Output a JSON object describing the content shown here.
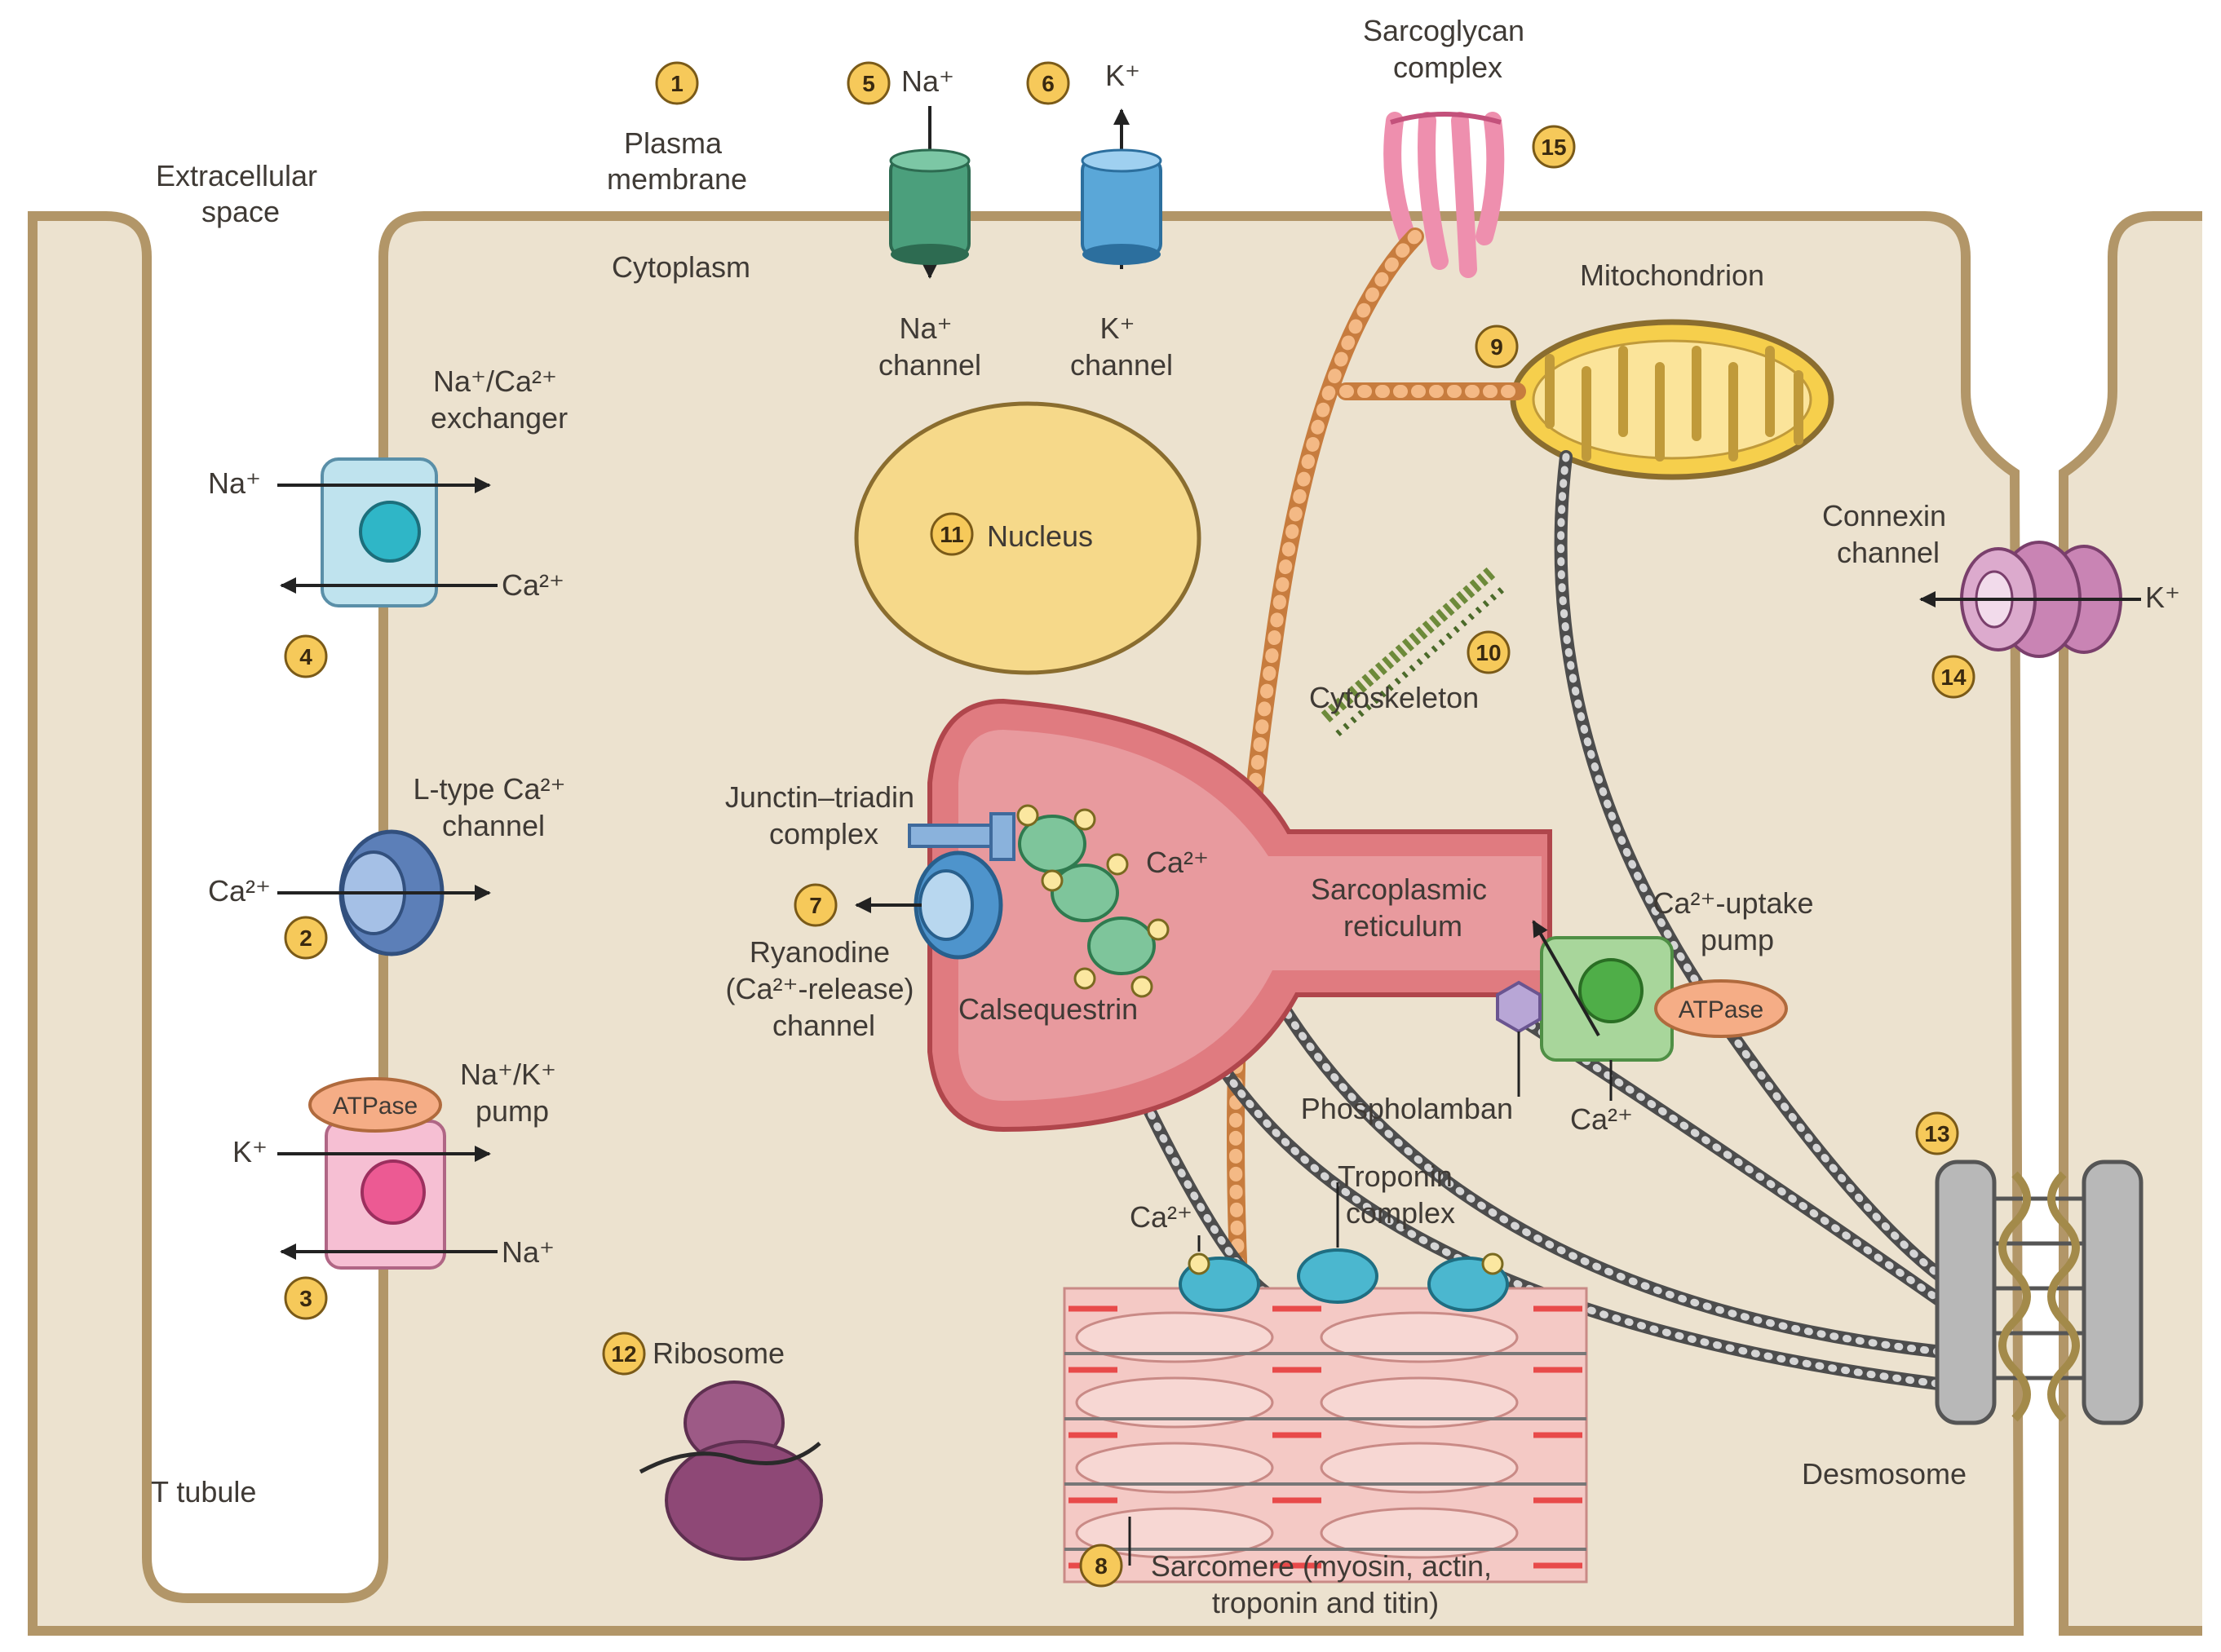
{
  "labels": {
    "extracellular": [
      "Extracellular",
      "space"
    ],
    "plasma_membrane": [
      "Plasma",
      "membrane"
    ],
    "cytoplasm": "Cytoplasm",
    "sarcoglycan": [
      "Sarcoglycan",
      "complex"
    ],
    "mitochondrion": "Mitochondrion",
    "na_channel_top": "Na⁺",
    "na_channel": [
      "Na⁺",
      "channel"
    ],
    "k_channel_top": "K⁺",
    "k_channel": [
      "K⁺",
      "channel"
    ],
    "exchanger": [
      "Na⁺/Ca²⁺",
      "exchanger"
    ],
    "exchanger_na": "Na⁺",
    "exchanger_ca": "Ca²⁺",
    "nucleus": "Nucleus",
    "connexin": [
      "Connexin",
      "channel"
    ],
    "connexin_k": "K⁺",
    "cytoskeleton": "Cytoskeleton",
    "ltype": [
      "L-type Ca²⁺",
      "channel"
    ],
    "ltype_ca": "Ca²⁺",
    "junctin": [
      "Junctin–triadin",
      "complex"
    ],
    "sr_ca": "Ca²⁺",
    "sr": [
      "Sarcoplasmic",
      "reticulum"
    ],
    "uptake_pump": [
      "Ca²⁺-uptake",
      "pump"
    ],
    "ryanodine": [
      "Ryanodine",
      "(Ca²⁺-release)",
      "channel"
    ],
    "calsequestrin": "Calsequestrin",
    "atpase_serca": "ATPase",
    "atpase_nak": "ATPase",
    "nak_pump": [
      "Na⁺/K⁺",
      "pump"
    ],
    "nak_k": "K⁺",
    "nak_na": "Na⁺",
    "phospholamban": "Phospholamban",
    "pump_ca": "Ca²⁺",
    "troponin": [
      "Troponin",
      "complex"
    ],
    "tropo_ca": "Ca²⁺",
    "ribosome": "Ribosome",
    "t_tubule": "T tubule",
    "desmosome": "Desmosome",
    "sarcomere": [
      "Sarcomere (myosin, actin,",
      "troponin and titin)"
    ]
  },
  "numbers": {
    "n1": "1",
    "n2": "2",
    "n3": "3",
    "n4": "4",
    "n5": "5",
    "n6": "6",
    "n7": "7",
    "n8": "8",
    "n9": "9",
    "n10": "10",
    "n11": "11",
    "n12": "12",
    "n13": "13",
    "n14": "14",
    "n15": "15"
  },
  "colors": {
    "cytoplasm": "#ece2cf",
    "membrane": "#b29668",
    "sr": "#e07b80",
    "nucleus": "#f6d98a",
    "badge": "#f6c95a"
  }
}
